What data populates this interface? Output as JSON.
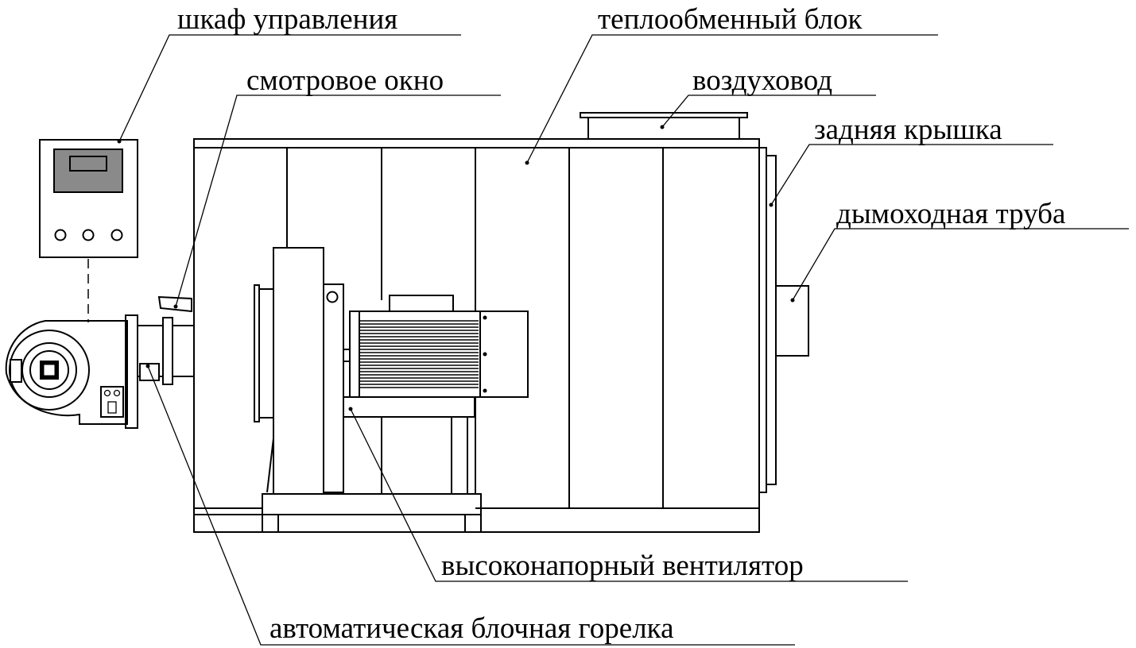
{
  "labels": {
    "control_cabinet": "шкаф управления",
    "sight_window": "смотровое окно",
    "heat_exchanger": "теплообменный блок",
    "air_duct": "воздуховод",
    "rear_cover": "задняя крышка",
    "chimney": "дымоходная труба",
    "fan": "высоконапорный вентилятор",
    "burner": "автоматическая блочная горелка"
  }
}
